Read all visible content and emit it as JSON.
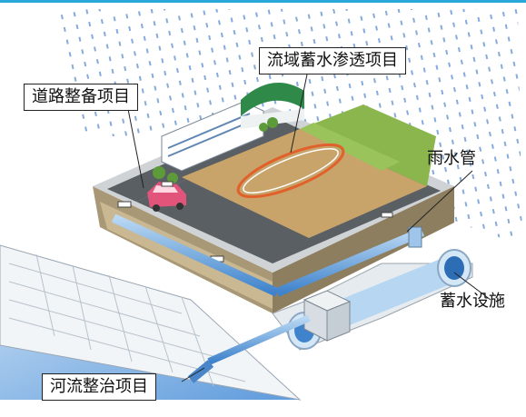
{
  "labels": {
    "watershed": "流域蓄水渗透项目",
    "road": "道路整备项目",
    "rain_pipe": "雨水管",
    "storage": "蓄水设施",
    "river": "河流整治项目"
  },
  "colors": {
    "accent_rule": "#2aa6d8",
    "rain": "#5b8fd0",
    "river_water": "#7fb2e6",
    "soil": "#b9a47b",
    "road": "#555a5f",
    "field": "#c9a46a",
    "grass": "#8ab64d",
    "pipe": "#6aa3da",
    "track": "#e0612c",
    "car": "#e3547a",
    "roof": "#2f8a4a"
  }
}
